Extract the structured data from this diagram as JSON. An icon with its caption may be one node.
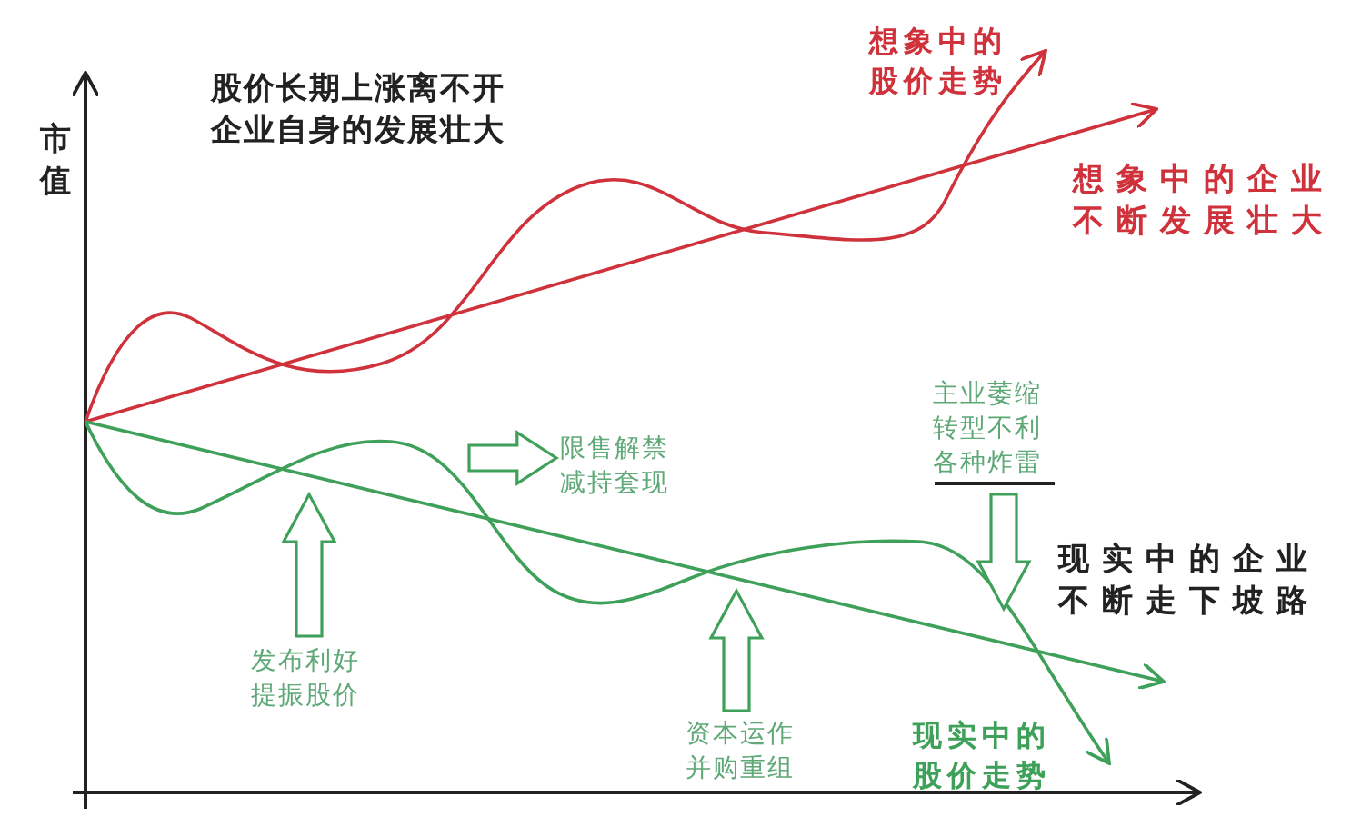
{
  "diagram": {
    "title": "股价长期上涨离不开企业自身的发展壮大",
    "nodes": [
      {
        "text": [
          "发布利好提振股价"
        ]
      },
      {
        "text": [
          "限售解禁减持套现"
        ]
      },
      {
        "text": [
          "资本运作并购重组"
        ]
      },
      {
        "text": [
          "主业萎缩转型不利各种炸雷"
        ]
      }
    ],
    "edges": [
      {
        "from": 0,
        "to": null,
        "arrow": "to"
      },
      {
        "from": null,
        "to": 1,
        "arrow": "to"
      },
      {
        "from": 2,
        "to": null,
        "arrow": "to"
      },
      {
        "from": 3,
        "to": null,
        "arrow": "to"
      }
    ],
    "labels": [
      "想象中的股价走势",
      "市值",
      "想象中的企业不断发展壮大",
      "现实中的企业不断走下坡路",
      "现实中的股价走势"
    ]
  }
}
